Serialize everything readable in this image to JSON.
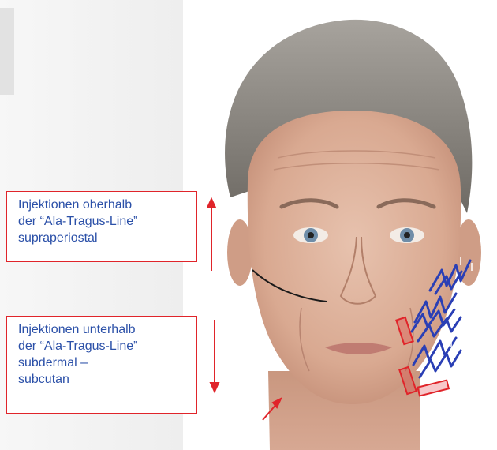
{
  "labels": {
    "upper": {
      "lines": [
        "Injektionen oberhalb",
        "der “Ala-Tragus-Line”",
        "supraperiostal"
      ]
    },
    "lower": {
      "lines": [
        "Injektionen unterhalb",
        "der “Ala-Tragus-Line”",
        "subdermal –",
        "subcutan"
      ]
    }
  },
  "colors": {
    "label_text": "#2b50a8",
    "box_border": "#e0242a",
    "arrow": "#e0242a",
    "injection_marks": "#2a3fb5",
    "line": "#1a1a1a"
  }
}
